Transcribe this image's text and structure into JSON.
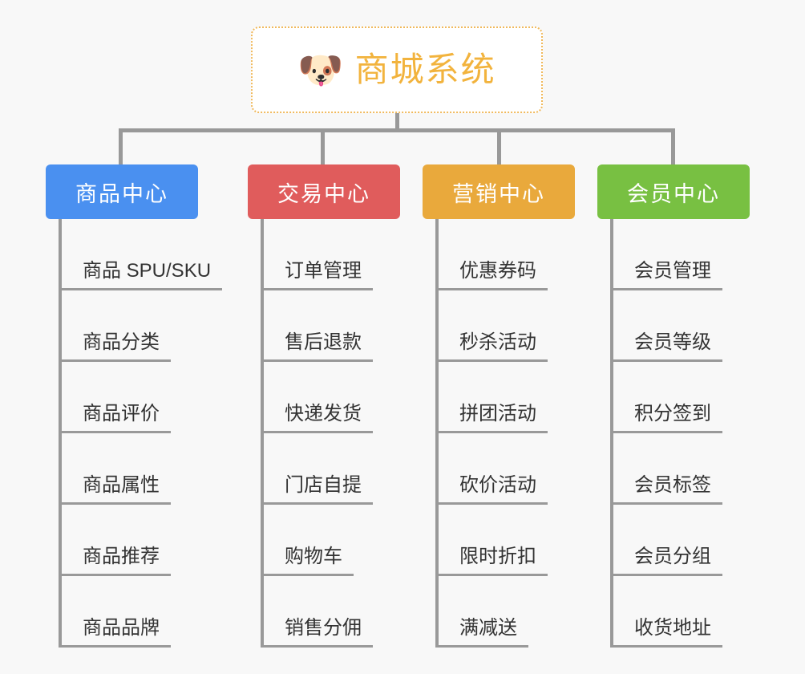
{
  "background_color": "#f8f8f8",
  "root": {
    "icon": "dog-face-emoji",
    "icon_glyph": "🐶",
    "title": "商城系统",
    "title_color": "#f2b33d",
    "border_color": "#f0b95c",
    "card_color": "#ffffff"
  },
  "connector_color": "#999999",
  "columns": [
    {
      "header": "商品中心",
      "color": "#4a90f0",
      "items": [
        "商品 SPU/SKU",
        "商品分类",
        "商品评价",
        "商品属性",
        "商品推荐",
        "商品品牌"
      ]
    },
    {
      "header": "交易中心",
      "color": "#e05c5c",
      "items": [
        "订单管理",
        "售后退款",
        "快递发货",
        "门店自提",
        "购物车",
        "销售分佣"
      ]
    },
    {
      "header": "营销中心",
      "color": "#e9a93c",
      "items": [
        "优惠券码",
        "秒杀活动",
        "拼团活动",
        "砍价活动",
        "限时折扣",
        "满减送"
      ]
    },
    {
      "header": "会员中心",
      "color": "#78c042",
      "items": [
        "会员管理",
        "会员等级",
        "积分签到",
        "会员标签",
        "会员分组",
        "收货地址"
      ]
    }
  ]
}
